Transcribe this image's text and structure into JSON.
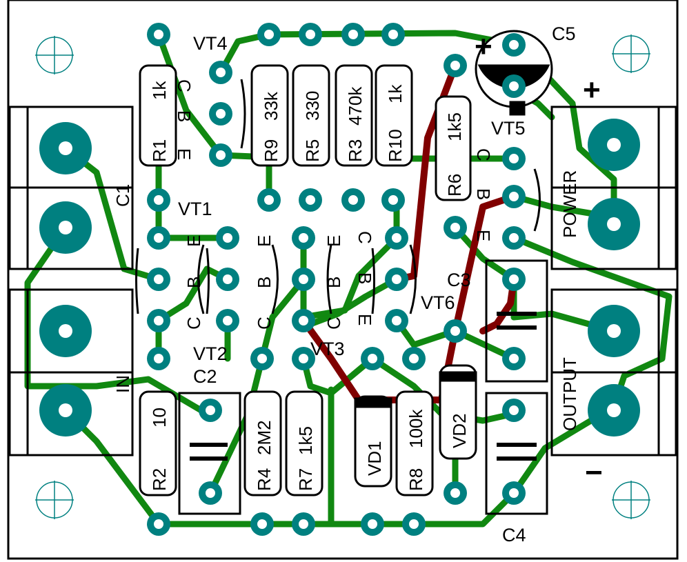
{
  "board": {
    "colors": {
      "trace": "#118811",
      "jumper": "#800000",
      "pad": "#008080",
      "hole": "#ffffff",
      "outline": "#000000",
      "silk": "#000000",
      "mount": "#008080"
    }
  },
  "labels": {
    "c1": "C1",
    "c2": "C2",
    "c3": "C3",
    "c4": "C4",
    "c5": "C5",
    "r1": "R1",
    "r1_val": "1k",
    "r2": "R2",
    "r2_val": "10",
    "r3": "R3",
    "r3_val": "470k",
    "r4": "R4",
    "r4_val": "2M2",
    "r5": "R5",
    "r5_val": "330",
    "r6": "R6",
    "r6_val": "1k5",
    "r7": "R7",
    "r7_val": "1k5",
    "r8": "R8",
    "r8_val": "100k",
    "r9": "R9",
    "r9_val": "33k",
    "r10": "R10",
    "r10_val": "1k",
    "vt1": "VT1",
    "vt2": "VT2",
    "vt3": "VT3",
    "vt4": "VT4",
    "vt5": "VT5",
    "vt6": "VT6",
    "vd1": "VD1",
    "vd2": "VD2",
    "power": "POWER",
    "output": "OUTPUT",
    "input": "IN",
    "plus": "+",
    "minus": "−",
    "c5_plus": "+",
    "pin_c": "C",
    "pin_b": "B",
    "pin_e": "E"
  }
}
